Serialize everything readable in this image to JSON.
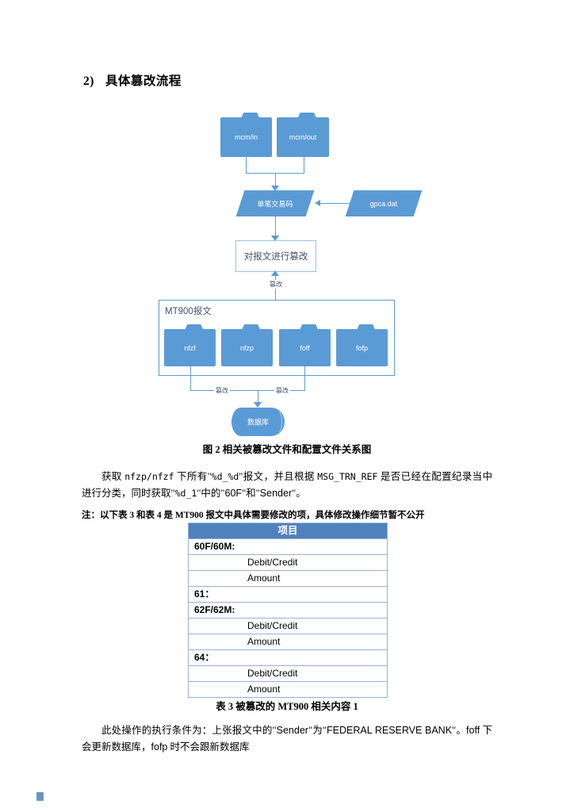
{
  "heading": {
    "number": "2)",
    "text": "具体篡改流程"
  },
  "diagram": {
    "folder_mcm_in": "mcm/in",
    "folder_mcm_out": "mcm/out",
    "parallelogram_txn": "单笔交易码",
    "parallelogram_cfg": "gpca.dat",
    "process_box": "对报文进行篡改",
    "edge_label_top": "篡改",
    "group_label": "MT900报文",
    "folders_mt900": [
      "nfzf",
      "nfzp",
      "foff",
      "fofp"
    ],
    "edge_label_left": "篡改",
    "edge_label_right": "篡改",
    "database": "数据库",
    "caption": "图 2 相关被篡改文件和配置文件关系图",
    "colors": {
      "shape_fill": "#5b9bd5",
      "connector": "#5b9bd5",
      "box_text": "#44546a"
    }
  },
  "paragraph1": {
    "segments": [
      {
        "t": "获取 "
      },
      {
        "t": "nfzp/nfzf",
        "f": "c"
      },
      {
        "t": " 下所有\""
      },
      {
        "t": "%d_%d",
        "f": "c"
      },
      {
        "t": "\"报文，并且根据 "
      },
      {
        "t": "MSG_TRN_REF",
        "f": "c"
      },
      {
        "t": " 是否已经在配置纪录当中进行分类，同时获取\""
      },
      {
        "t": "%d_1",
        "f": "c"
      },
      {
        "t": "\"中的\""
      },
      {
        "t": "60F",
        "f": "s"
      },
      {
        "t": "\"和\""
      },
      {
        "t": "Sender",
        "f": "s"
      },
      {
        "t": "\"。"
      }
    ]
  },
  "note": "注：以下表 3 和表 4 是 MT900 报文中具体需要修改的项，具体修改操作细节暂不公开",
  "table": {
    "header": "项目",
    "rows": [
      {
        "label": "60F/60M:",
        "bold": true,
        "indent": false
      },
      {
        "label": "Debit/Credit",
        "bold": false,
        "indent": true
      },
      {
        "label": "Amount",
        "bold": false,
        "indent": true
      },
      {
        "label": "61：",
        "bold": true,
        "indent": false
      },
      {
        "label": "62F/62M:",
        "bold": true,
        "indent": false
      },
      {
        "label": "Debit/Credit",
        "bold": false,
        "indent": true
      },
      {
        "label": "Amount",
        "bold": false,
        "indent": true
      },
      {
        "label": "64：",
        "bold": true,
        "indent": false
      },
      {
        "label": "Debit/Credit",
        "bold": false,
        "indent": true
      },
      {
        "label": "Amount",
        "bold": false,
        "indent": true
      }
    ],
    "caption": "表 3 被篡改的 MT900 相关内容 1",
    "colors": {
      "header_bg": "#4f81bd",
      "border": "#95b3d7"
    }
  },
  "paragraph2": {
    "segments": [
      {
        "t": "此处操作的执行条件为：上张报文中的\""
      },
      {
        "t": "Sender",
        "f": "s"
      },
      {
        "t": "\"为\""
      },
      {
        "t": "FEDERAL RESERVE BANK",
        "f": "s"
      },
      {
        "t": "\"。"
      },
      {
        "t": "foff",
        "f": "s"
      },
      {
        "t": " 下会更新数据库，"
      },
      {
        "t": "fofp",
        "f": "s"
      },
      {
        "t": " 时不会跟新数据库"
      }
    ]
  }
}
